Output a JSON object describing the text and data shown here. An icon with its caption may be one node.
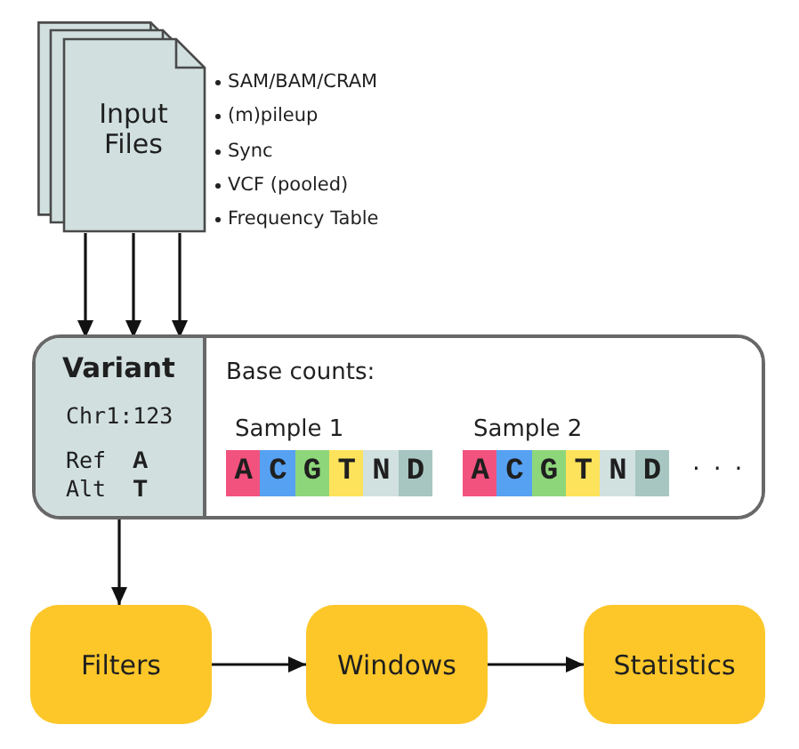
{
  "diagram": {
    "nodes": [
      {
        "text": [
          "Input Files"
        ],
        "beside": [
          "SAM/BAM/CRAM",
          "(m)pileup",
          "Sync",
          "VCF (pooled)",
          "Frequency Table"
        ]
      },
      {
        "text": [],
        "shape": "box"
      },
      {
        "text": [
          "Variant",
          "Chr1:123",
          "Ref **A**",
          "Alt **T**"
        ],
        "in": 1
      },
      {
        "text": [
          "Base counts:"
        ],
        "in": 1
      },
      {
        "text": [
          "A"
        ],
        "in": 3
      },
      {
        "text": [
          "C"
        ],
        "in": 3
      },
      {
        "text": [
          "G"
        ],
        "in": 3
      },
      {
        "text": [
          "T"
        ],
        "in": 3
      },
      {
        "text": [
          "N"
        ],
        "in": 3
      },
      {
        "text": [
          "D"
        ],
        "in": 3
      },
      {
        "text": [
          "A"
        ],
        "in": 3
      },
      {
        "text": [
          "C"
        ],
        "in": 3
      },
      {
        "text": [
          "G"
        ],
        "in": 3
      },
      {
        "text": [
          "T"
        ],
        "in": 3
      },
      {
        "text": [
          "N"
        ],
        "in": 3
      },
      {
        "text": [
          "D"
        ],
        "in": 3
      },
      {
        "text": [
          "Filters"
        ]
      },
      {
        "text": [
          "Windows"
        ]
      },
      {
        "text": [
          "Statistics"
        ]
      }
    ],
    "edges": [
      {
        "from": 0,
        "to": 2,
        "arrow": "to"
      },
      {
        "from": 0,
        "to": 2,
        "arrow": "to"
      },
      {
        "from": 0,
        "to": 2,
        "arrow": "to"
      },
      {
        "from": 2,
        "to": 16,
        "arrow": "to"
      },
      {
        "from": 16,
        "to": 17,
        "arrow": "to"
      },
      {
        "from": 17,
        "to": 18,
        "arrow": "to"
      }
    ],
    "labels": [
      "Sample 1",
      "Sample 2",
      "· · ·"
    ]
  }
}
